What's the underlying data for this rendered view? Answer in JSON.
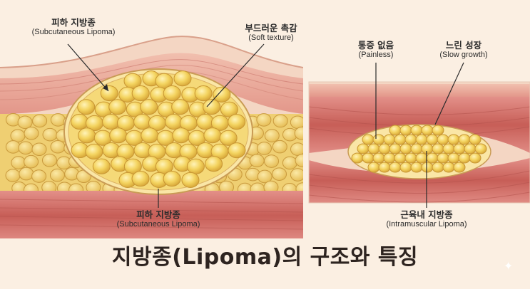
{
  "title": "지방종(Lipoma)의 구조와 특징",
  "labels": {
    "top_left": {
      "ko": "피하 지방종",
      "en": "(Subcutaneous Lipoma)"
    },
    "soft": {
      "ko": "부드러운 촉감",
      "en": "(Soft texture)"
    },
    "bottom_left": {
      "ko": "피하 지방종",
      "en": "(Subcutaneous Lipoma)"
    },
    "painless": {
      "ko": "통증 없음",
      "en": "(Painless)"
    },
    "slow": {
      "ko": "느린 성장",
      "en": "(Slow growth)"
    },
    "intramuscular": {
      "ko": "근육내 지방종",
      "en": "(Intramuscular Lipoma)"
    }
  },
  "colors": {
    "skin": "#f3d3bf",
    "dermis": "#e79f8f",
    "fat": "#f5dc74",
    "muscle": "#cf6a62",
    "lipoma": "#f3cf52",
    "background": "#fbefe2"
  },
  "icons": [
    "sparkle-icon"
  ]
}
